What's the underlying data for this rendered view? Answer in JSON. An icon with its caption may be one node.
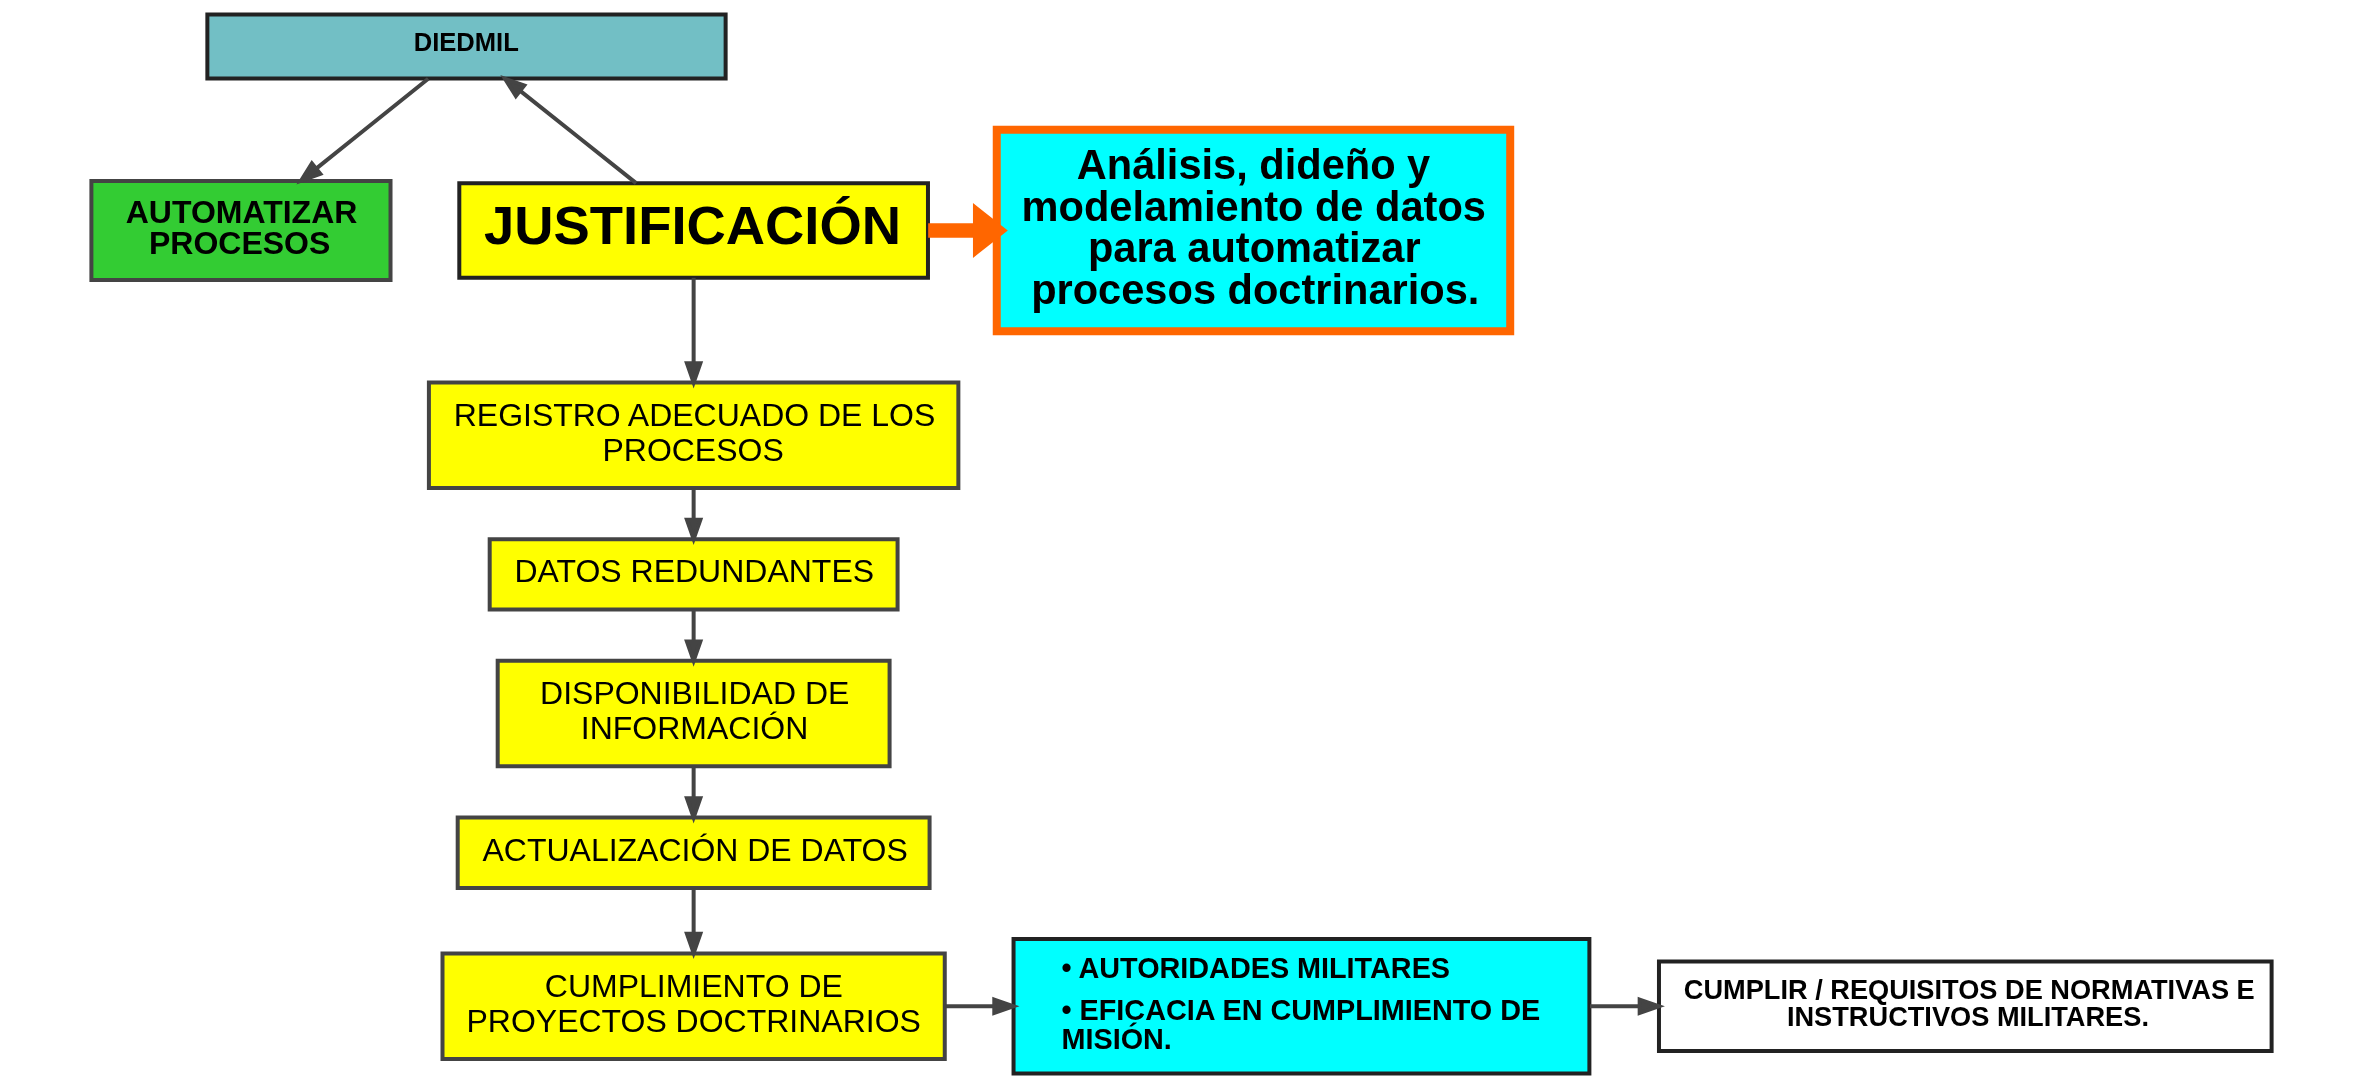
{
  "diagram": {
    "nodes": [
      {
        "text": [
          "DIEDMIL"
        ]
      },
      {
        "text": [
          "AUTOMATIZAR PROCESOS"
        ]
      },
      {
        "text": [
          "JUSTIFICACIÓN"
        ]
      },
      {
        "text": [
          "Análisis, dideño y modelamiento de datos para automatizar procesos doctrinarios."
        ]
      },
      {
        "text": [
          "REGISTRO ADECUADO DE LOS PROCESOS"
        ]
      },
      {
        "text": [
          "DATOS REDUNDANTES"
        ]
      },
      {
        "text": [
          "DISPONIBILIDAD DE INFORMACIÓN"
        ]
      },
      {
        "text": [
          "ACTUALIZACIÓN DE DATOS"
        ]
      },
      {
        "text": [
          "CUMPLIMIENTO DE PROYECTOS DOCTRINARIOS"
        ]
      },
      {
        "text": [
          "• AUTORIDADES MILITARES",
          "• EFICACIA EN CUMPLIMIENTO DE MISIÓN."
        ]
      },
      {
        "text": [
          "CUMPLIR / REQUISITOS DE NORMATIVAS E INSTRUCTIVOS MILITARES."
        ]
      }
    ],
    "edges": [
      {
        "from": 2,
        "to": 0,
        "arrow": "to"
      },
      {
        "from": 0,
        "to": 1,
        "arrow": "to"
      },
      {
        "from": 2,
        "to": 4,
        "arrow": "to"
      },
      {
        "from": 2,
        "to": 3,
        "arrow": "to",
        "style": "thick",
        "color": "#ff6600"
      },
      {
        "from": 4,
        "to": 5,
        "arrow": "to"
      },
      {
        "from": 5,
        "to": 6,
        "arrow": "to"
      },
      {
        "from": 6,
        "to": 7,
        "arrow": "to"
      },
      {
        "from": 7,
        "to": 8,
        "arrow": "to"
      },
      {
        "from": 8,
        "to": 9,
        "arrow": "to"
      },
      {
        "from": 9,
        "to": 10,
        "arrow": "to"
      }
    ]
  }
}
